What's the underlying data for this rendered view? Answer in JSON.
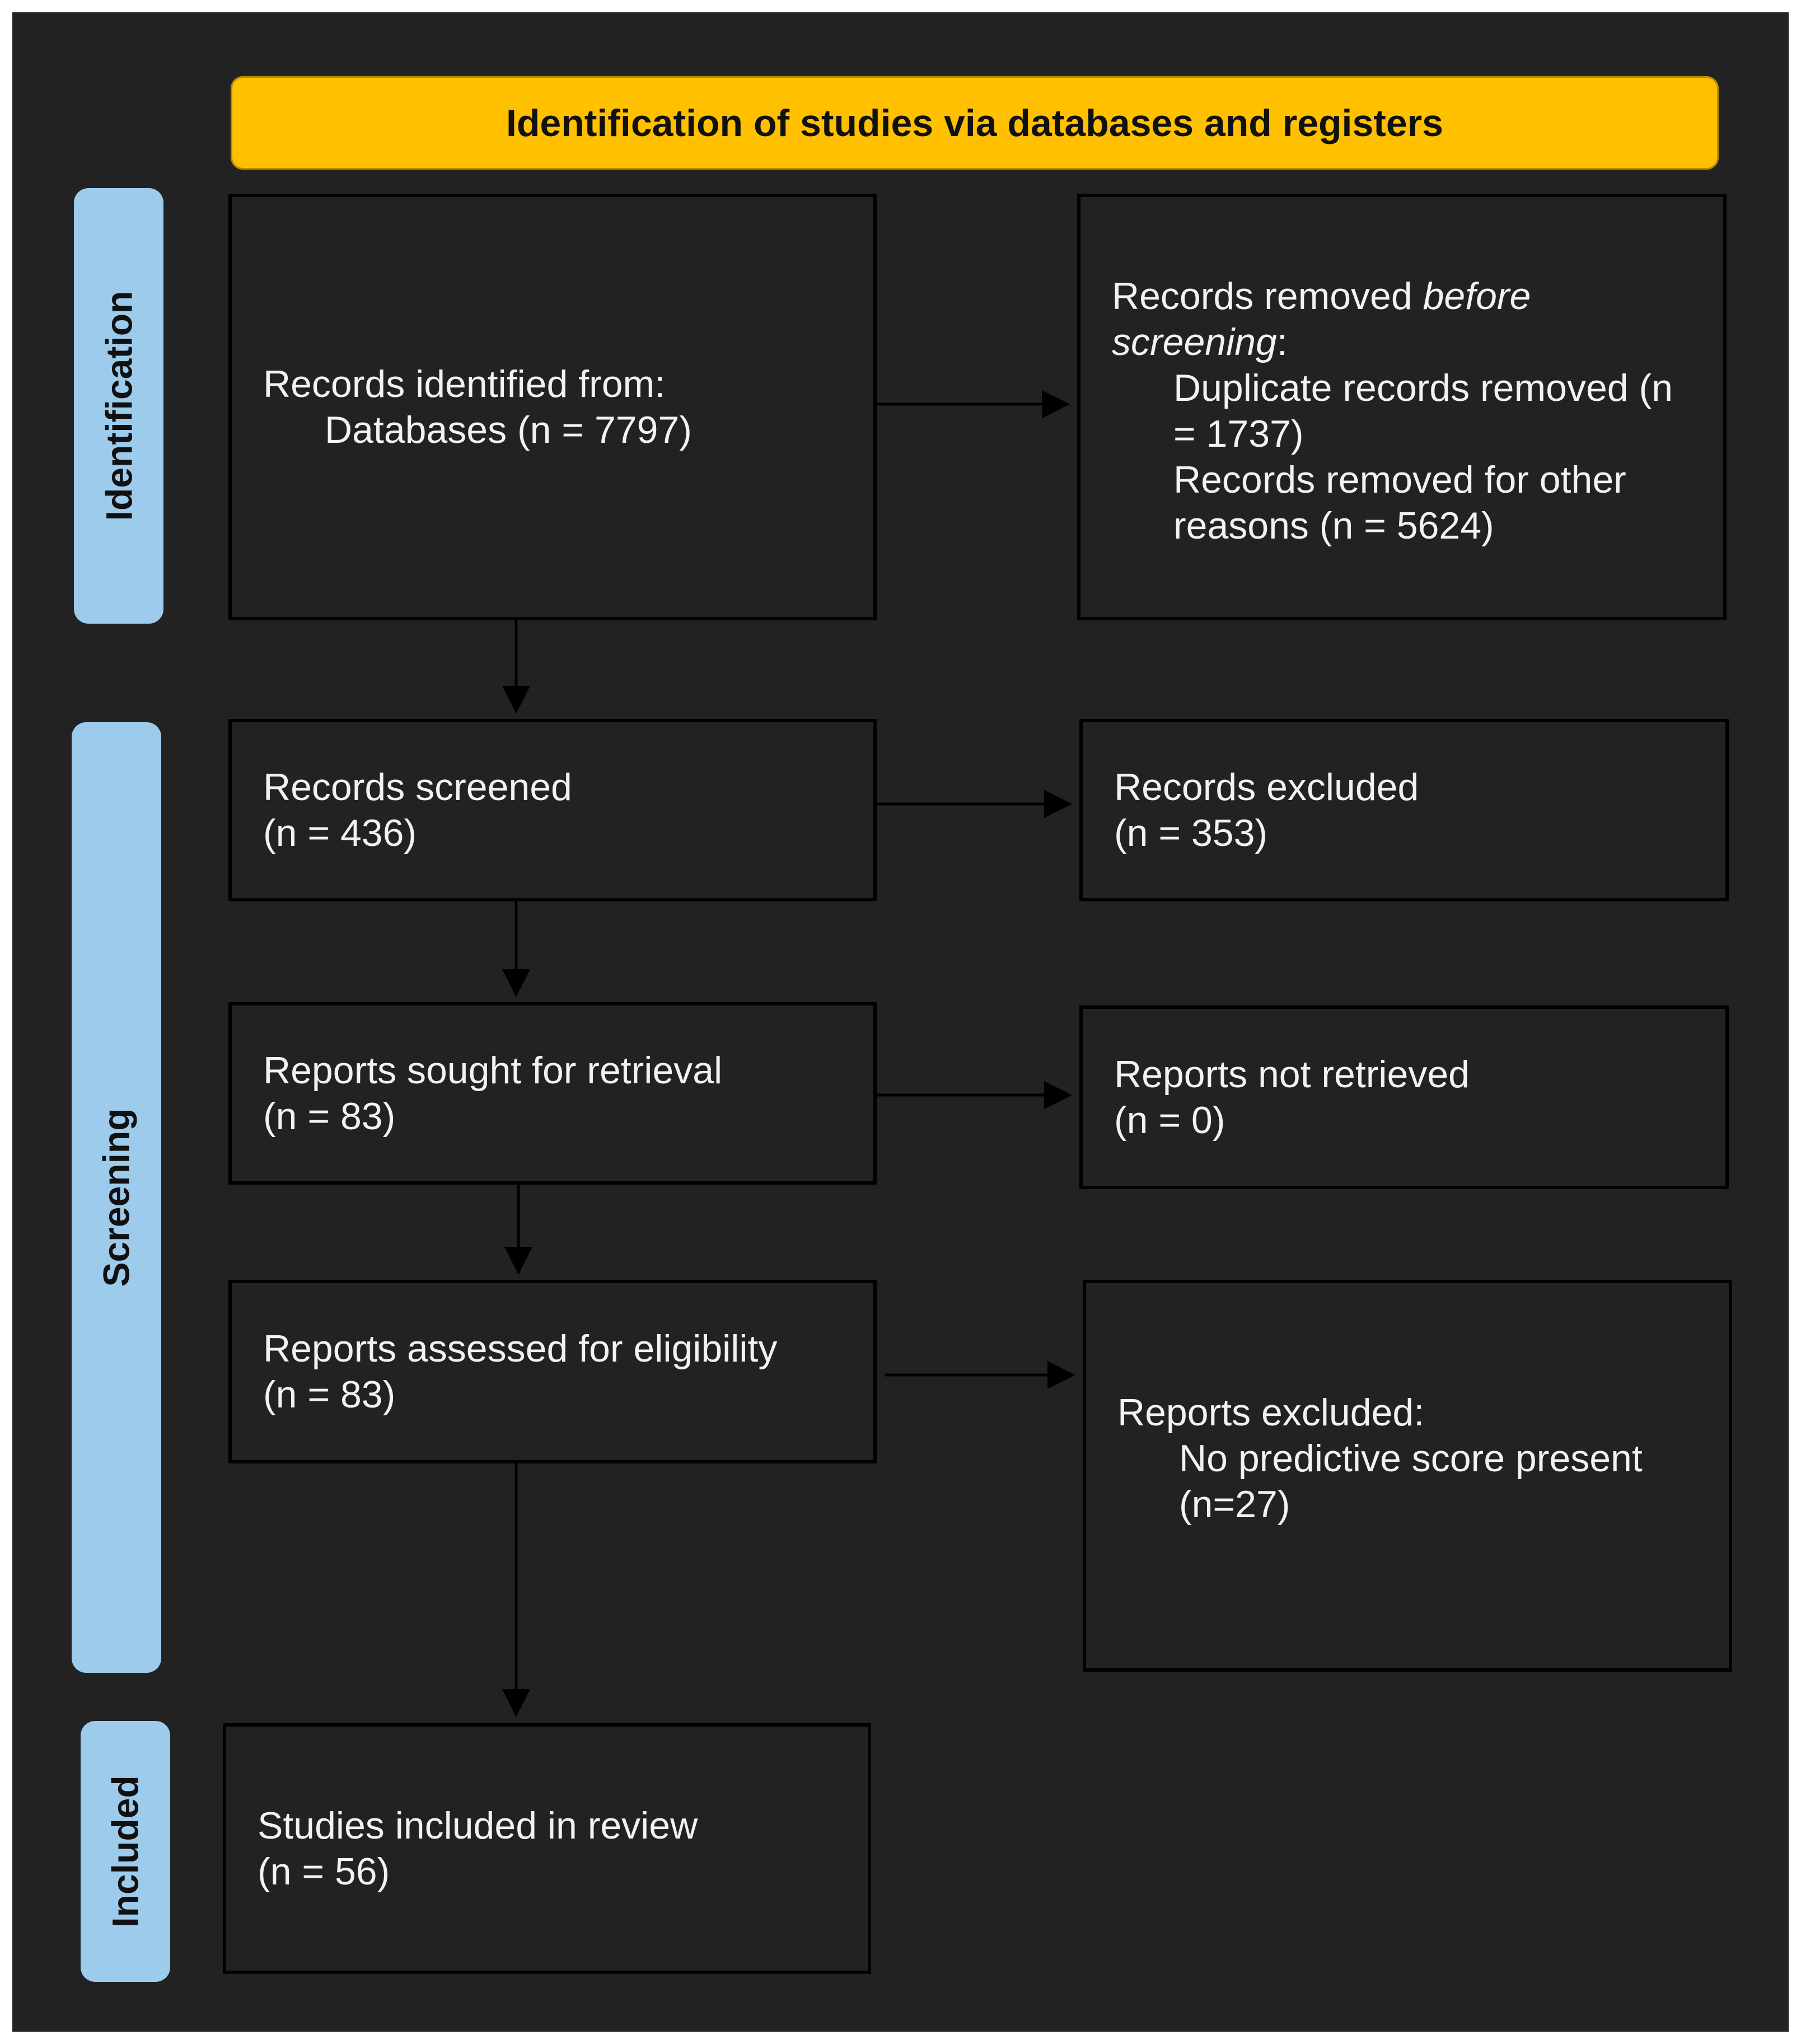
{
  "header": {
    "title": "Identification of studies via databases and registers"
  },
  "phases": {
    "identification": "Identification",
    "screening": "Screening",
    "included": "Included"
  },
  "boxes": {
    "records_identified": {
      "label": "Records identified from:",
      "databases": "Databases (n = 7797)"
    },
    "records_removed": {
      "label_pre": "Records removed ",
      "label_em1": "before",
      "label_em2": "screening",
      "label_post": ":",
      "duplicates_1": "Duplicate records removed (n",
      "duplicates_2": "= 1737)",
      "other_1": "Records removed for other",
      "other_2": "reasons (n = 5624)"
    },
    "records_screened": {
      "label": "Records screened",
      "count": "(n = 436)"
    },
    "records_excluded": {
      "label": "Records excluded",
      "count": "(n = 353)"
    },
    "reports_sought": {
      "label": "Reports sought for retrieval",
      "count": "(n = 83)"
    },
    "reports_not_retrieved": {
      "label": "Reports not retrieved",
      "count": "(n = 0)"
    },
    "reports_assessed": {
      "label": "Reports assessed for eligibility",
      "count": "(n = 83)"
    },
    "reports_excluded": {
      "label": "Reports excluded:",
      "reason_1": "No predictive score present",
      "reason_2": "(n=27)"
    },
    "studies_included": {
      "label": "Studies included in review",
      "count": "(n = 56)"
    }
  },
  "colors": {
    "background": "#222222",
    "header": "#ffc000",
    "phase": "#9ccbec",
    "text": "#f2f2f2",
    "border": "#000000"
  }
}
